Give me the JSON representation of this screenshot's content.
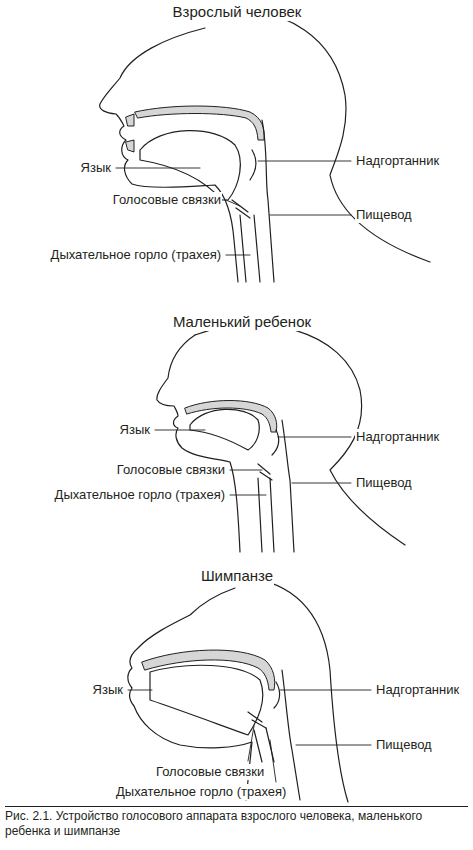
{
  "diagram": {
    "caption": "Рис. 2.1. Устройство голосового аппарата взрослого человека, маленького ребенка и шимпанзе",
    "labels": [
      "Взрослый человек",
      "Язык",
      "Надгортанник",
      "Голосовые связки",
      "Пищевод",
      "Дыхательное горло (трахея)",
      "Маленький ребенок",
      "Язык",
      "Надгортанник",
      "Голосовые связки",
      "Пищевод",
      "Дыхательное горло (трахея)",
      "Шимпанзе",
      "Язык",
      "Надгортанник",
      "Голосовые связки",
      "Пищевод",
      "Дыхательное горло (трахея)"
    ]
  }
}
